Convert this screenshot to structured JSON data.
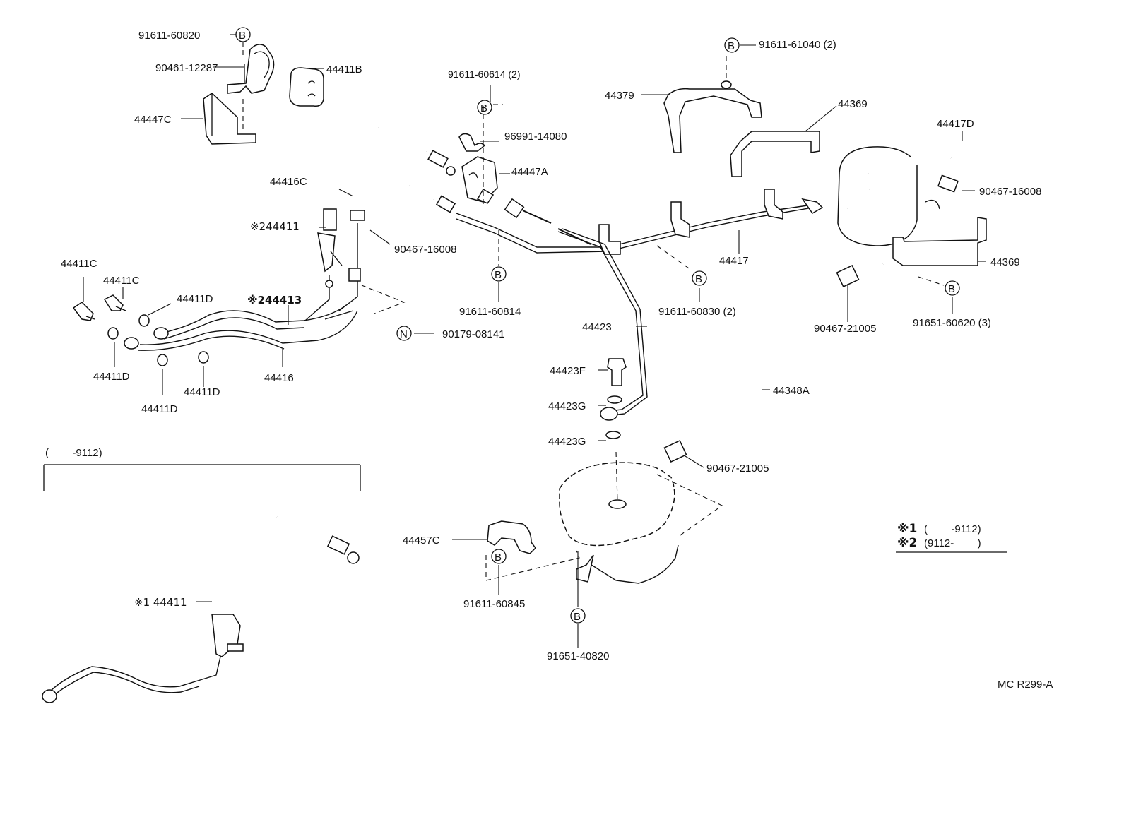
{
  "labels": {
    "p01": "91611-60820",
    "p02": "90461-12287",
    "p03": "44411B",
    "p04": "44447C",
    "p05": "91611-60614 (2)",
    "p06": "96991-14080",
    "p07": "44447A",
    "p08": "44416C",
    "p09": "※244411",
    "p10": "90467-16008",
    "p11": "91611-60814",
    "p12": "44411C",
    "p13": "44411C",
    "p14": "44411D",
    "p15": "※244413",
    "p16": "90179-08141",
    "p17": "44411D",
    "p18": "44416",
    "p19": "44411D",
    "p20": "44411D",
    "p21": "91611-61040 (2)",
    "p22": "44379",
    "p23": "44369",
    "p24": "44417D",
    "p25": "90467-16008",
    "p26": "44417",
    "p27": "44369",
    "p28": "91611-60830 (2)",
    "p29": "91651-60620 (3)",
    "p30": "90467-21005",
    "p31": "44423",
    "p32": "44423F",
    "p33": "44348A",
    "p34": "44423G",
    "p35": "44423G",
    "p36": "90467-21005",
    "p37": "(        -9112)",
    "p38": "※1 44411",
    "p39": "44457C",
    "p40": "91611-60845",
    "p41": "91651-40820",
    "p42": "MC R299-A"
  },
  "markers": {
    "b": "B",
    "n": "N"
  },
  "legend": {
    "row1_mark": "※1",
    "row1_text": "(        -9112)",
    "row2_mark": "※2",
    "row2_text": "(9112-        )"
  }
}
